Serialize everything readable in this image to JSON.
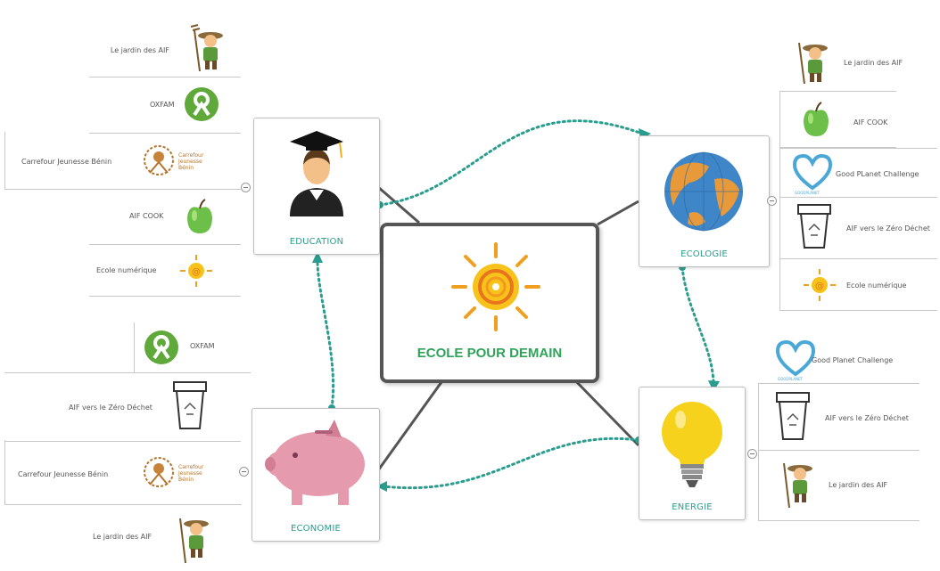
{
  "center": {
    "title": "ECOLE POUR DEMAIN"
  },
  "branches": {
    "education": {
      "label": "EDUCATION"
    },
    "ecologie": {
      "label": "ECOLOGIE"
    },
    "economie": {
      "label": "ECONOMIE"
    },
    "energie": {
      "label": "ENERGIE"
    }
  },
  "education_leaves": [
    "Le jardin des AIF",
    "OXFAM",
    "Carrefour Jeunesse Bénin",
    "AIF COOK",
    "Ecole numérique"
  ],
  "ecologie_leaves": [
    "Le jardin des AIF",
    "AIF COOK",
    "Good PLanet Challenge",
    "AIF vers le Zéro Déchet",
    "Ecole numérique"
  ],
  "economie_leaves": [
    "OXFAM",
    "AIF vers le Zéro Déchet",
    "Carrefour Jeunesse Bénin",
    "Le jardin des AIF"
  ],
  "energie_leaves": [
    "Good Planet Challenge",
    "AIF vers le Zéro Déchet",
    "Le jardin des AIF"
  ],
  "logo_text": {
    "carrefour": "Carrefour Jeunesse Bénin",
    "goodplanet": "GOODPLANET"
  },
  "colors": {
    "teal": "#2a9d8f",
    "green": "#2fa35a",
    "oxfam": "#5fa83a",
    "border": "#555555"
  }
}
